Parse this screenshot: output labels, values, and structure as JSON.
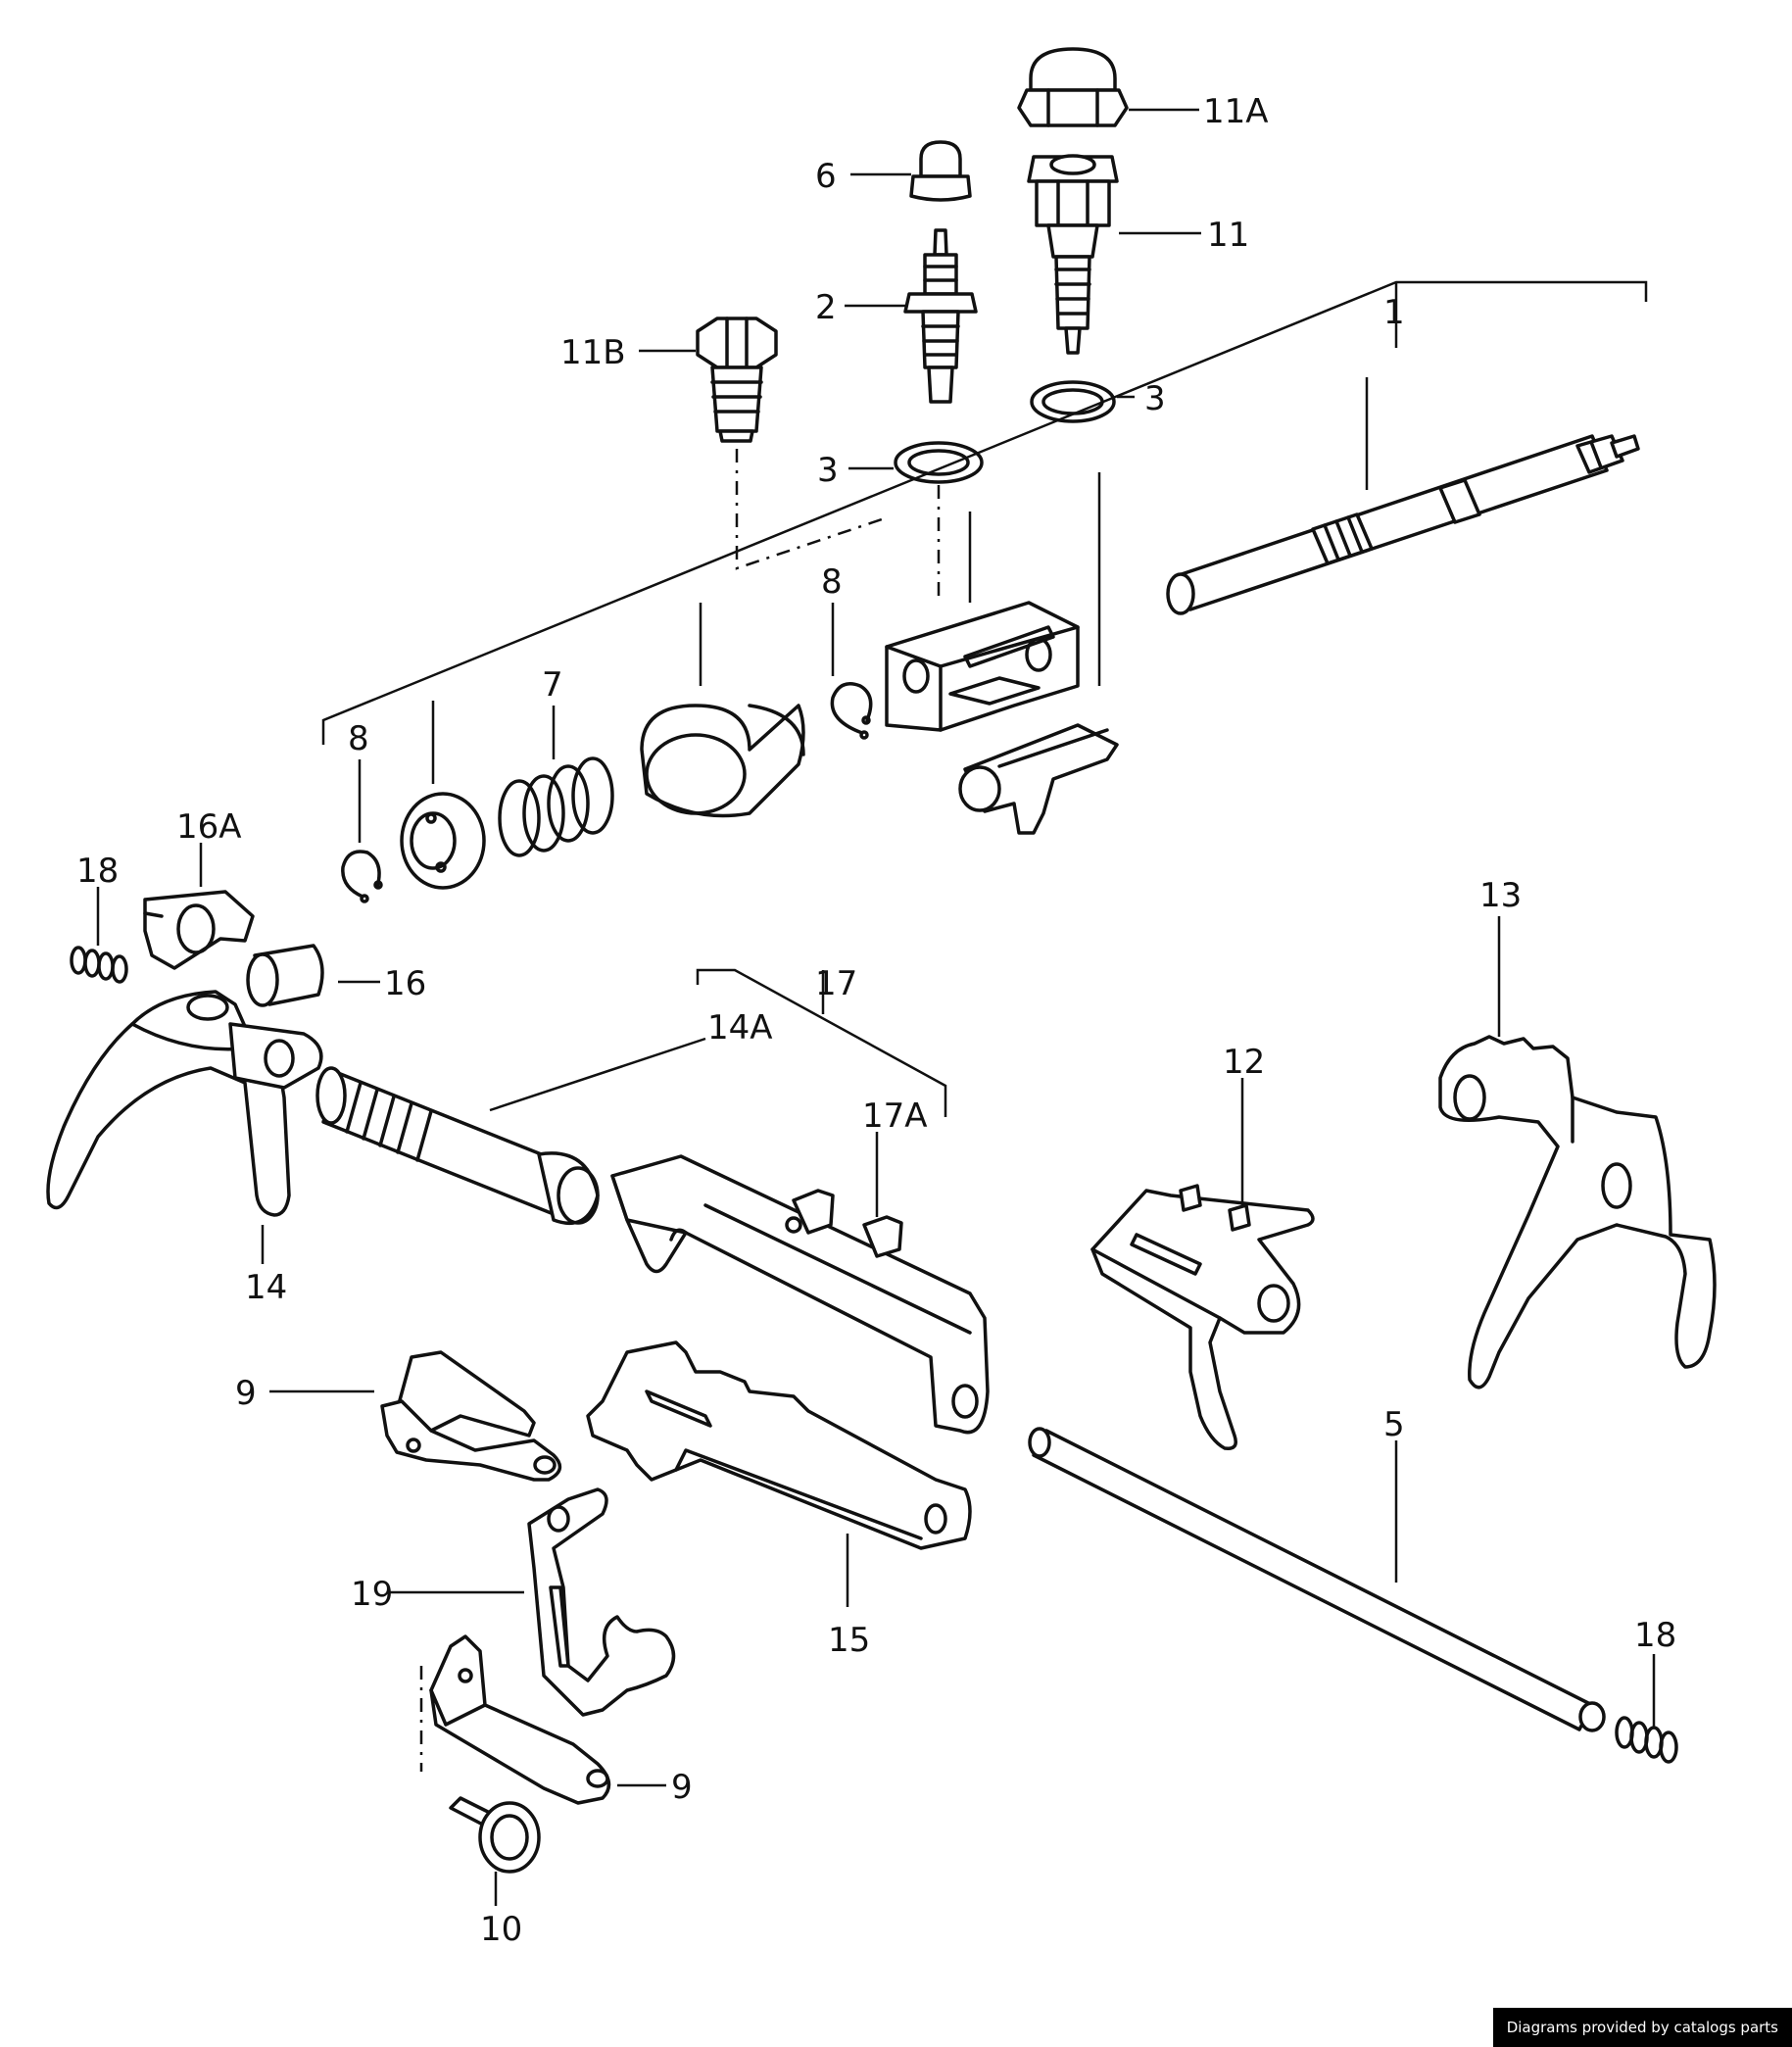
{
  "callouts": {
    "c1": "1",
    "c2": "2",
    "c3a": "3",
    "c3b": "3",
    "c5": "5",
    "c6": "6",
    "c7": "7",
    "c8a": "8",
    "c8b": "8",
    "c9a": "9",
    "c9b": "9",
    "c10": "10",
    "c11": "11",
    "c11A": "11A",
    "c11B": "11B",
    "c12": "12",
    "c13": "13",
    "c14": "14",
    "c14A": "14A",
    "c15": "15",
    "c16": "16",
    "c16A": "16A",
    "c17": "17",
    "c17A": "17A",
    "c18a": "18",
    "c18b": "18",
    "c19": "19"
  },
  "credit": "Diagrams provided by catalogs parts"
}
